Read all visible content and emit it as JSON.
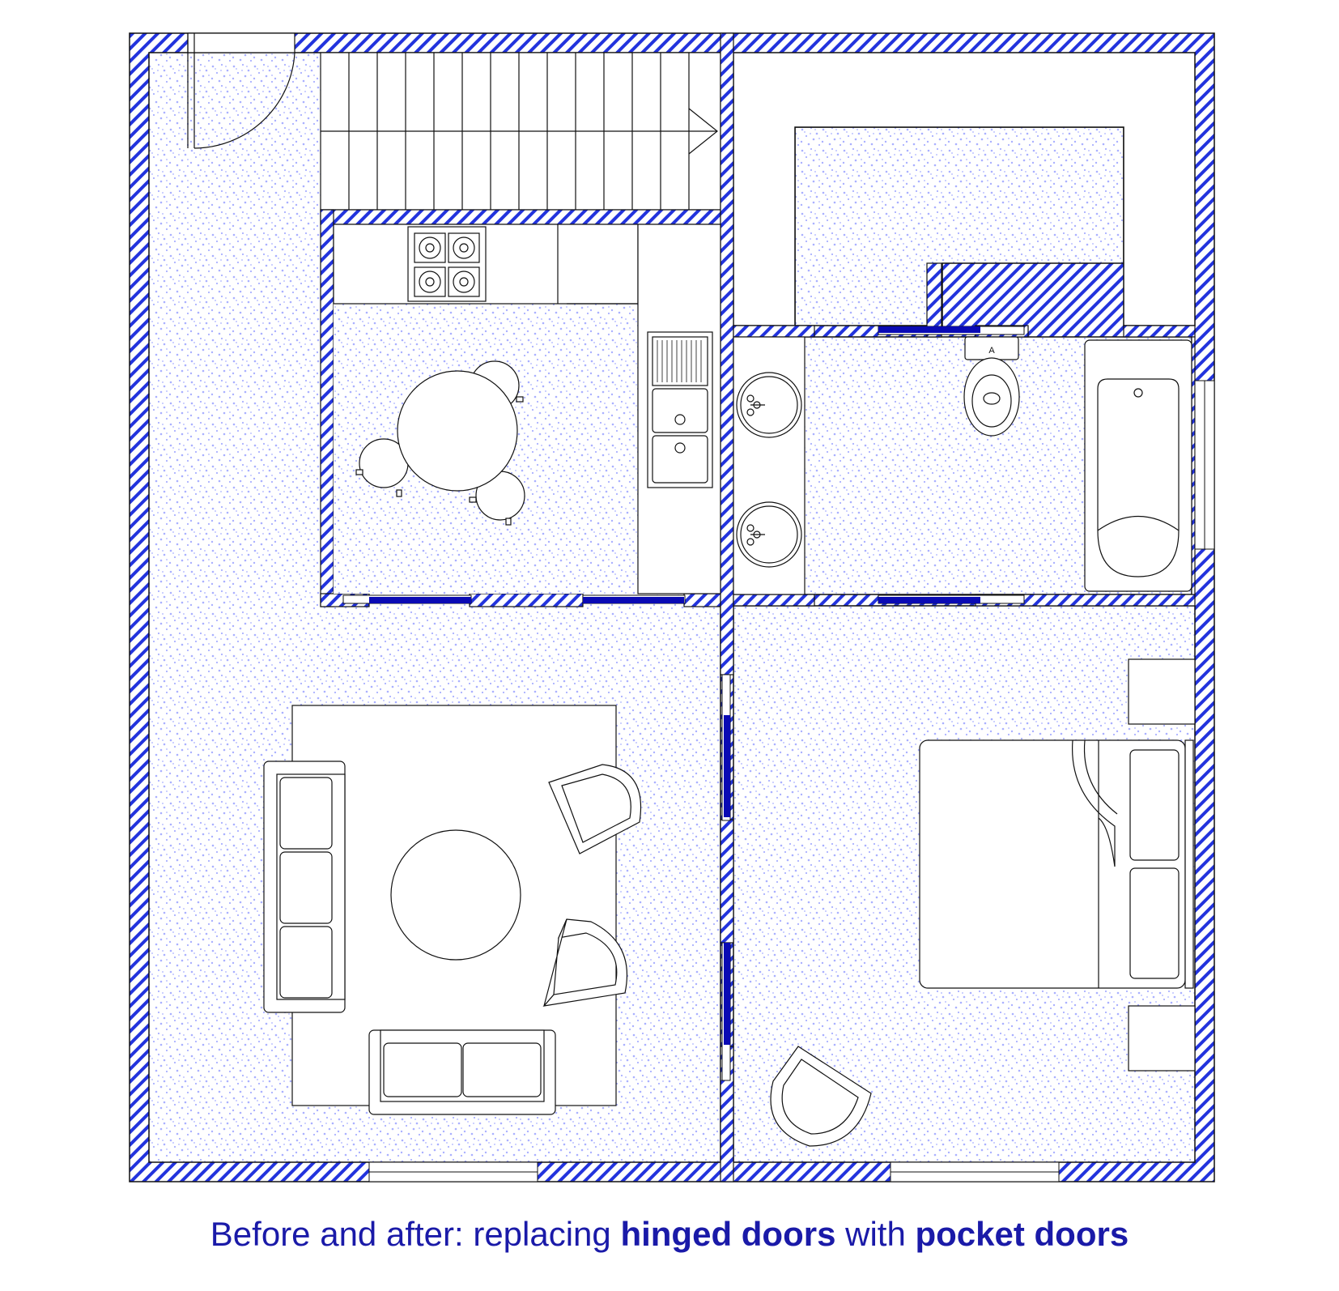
{
  "caption": {
    "part1": "Before and after: replacing ",
    "bold1": "hinged doors",
    "part2": " with ",
    "bold2": "pocket doors"
  },
  "colors": {
    "wall_hatch": "#2233dd",
    "floor_dots": "#aab0ff",
    "pocket_door": "#0a0ab4",
    "caption_text": "#1a1aa8",
    "lines": "#111111"
  },
  "icons": [
    "stair-arrow-icon",
    "stove-burner-icon",
    "sink-icon",
    "toilet-icon",
    "bathtub-icon",
    "bed-icon",
    "sofa-icon",
    "armchair-icon",
    "table-icon",
    "chair-icon"
  ]
}
